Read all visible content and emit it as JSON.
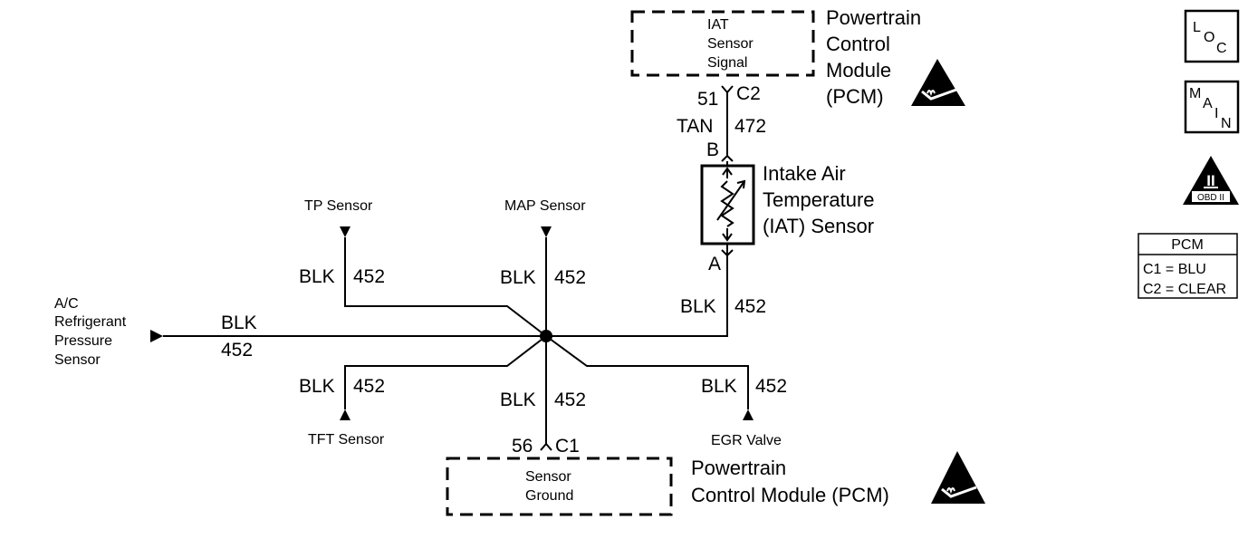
{
  "pcm_top": {
    "box_lines": [
      "IAT",
      "Sensor",
      "Signal"
    ],
    "title_lines": [
      "Powertrain",
      "Control",
      "Module",
      "(PCM)"
    ],
    "pin": "51",
    "connector": "C2"
  },
  "iat_wire_top": {
    "color": "TAN",
    "circuit": "472"
  },
  "iat_sensor": {
    "pin_top": "B",
    "pin_bottom": "A",
    "title_lines": [
      "Intake Air",
      "Temperature",
      "(IAT) Sensor"
    ]
  },
  "iat_wire_bottom": {
    "color": "BLK",
    "circuit": "452"
  },
  "splice_branches": {
    "tp": {
      "label": "TP Sensor",
      "color": "BLK",
      "circuit": "452"
    },
    "map": {
      "label": "MAP Sensor",
      "color": "BLK",
      "circuit": "452"
    },
    "ac": {
      "label_lines": [
        "A/C",
        "Refrigerant",
        "Pressure",
        "Sensor"
      ],
      "color": "BLK",
      "circuit": "452"
    },
    "tft": {
      "label": "TFT Sensor",
      "color": "BLK",
      "circuit": "452"
    },
    "ground": {
      "color": "BLK",
      "circuit": "452"
    },
    "egr": {
      "label": "EGR Valve",
      "color": "BLK",
      "circuit": "452"
    }
  },
  "pcm_bottom": {
    "pin": "56",
    "connector": "C1",
    "box_lines": [
      "Sensor",
      "Ground"
    ],
    "title_lines": [
      "Powertrain",
      "Control Module (PCM)"
    ]
  },
  "legend": {
    "loc_icon": {
      "letters": [
        "L",
        "O",
        "C"
      ]
    },
    "main_icon": {
      "letters": [
        "M",
        "A",
        "I",
        "N"
      ]
    },
    "obd_icon": {
      "numeral": "II",
      "label": "OBD II"
    },
    "pcm_table": {
      "header": "PCM",
      "rows": [
        "C1 = BLU",
        "C2 = CLEAR"
      ]
    }
  }
}
